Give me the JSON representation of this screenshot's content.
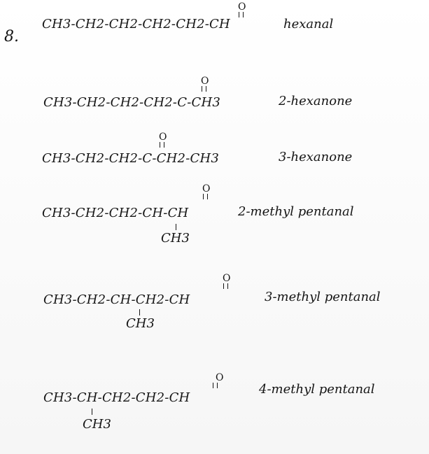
{
  "problem_number": "8.",
  "compounds": [
    {
      "formula": "CH3-CH2-CH2-CH2-CH2-CH",
      "oxygen": "O",
      "branch": "",
      "name": "hexanal"
    },
    {
      "formula": "CH3-CH2-CH2-CH2-C-CH3",
      "oxygen": "O",
      "branch": "",
      "name": "2-hexanone"
    },
    {
      "formula": "CH3-CH2-CH2-C-CH2-CH3",
      "oxygen": "O",
      "branch": "",
      "name": "3-hexanone"
    },
    {
      "formula": "CH3-CH2-CH2-CH-CH",
      "oxygen": "O",
      "branch": "CH3",
      "name": "2-methyl pentanal"
    },
    {
      "formula": "CH3-CH2-CH-CH2-CH",
      "oxygen": "O",
      "branch": "CH3",
      "name": "3-methyl pentanal"
    },
    {
      "formula": "CH3-CH-CH2-CH2-CH",
      "oxygen": "O",
      "branch": "CH3",
      "name": "4-methyl pentanal"
    }
  ]
}
